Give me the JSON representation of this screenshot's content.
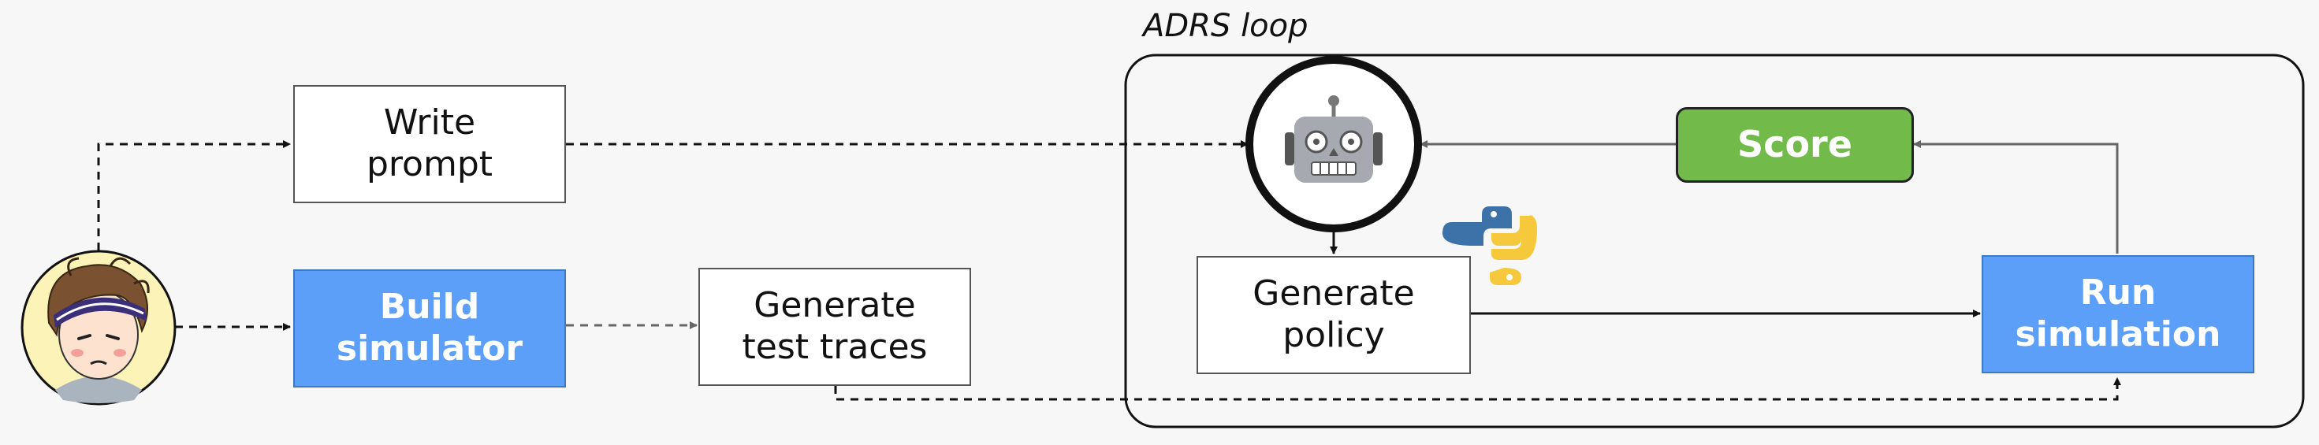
{
  "loop": {
    "title": "ADRS loop"
  },
  "nodes": {
    "write_prompt": "Write\nprompt",
    "build_simulator": "Build\nsimulator",
    "generate_test_traces": "Generate\ntest traces",
    "generate_policy": "Generate\npolicy",
    "score": "Score",
    "run_simulation": "Run\nsimulation"
  },
  "colors": {
    "blue_box": "#5b9ff8",
    "green_box": "#72bb4b",
    "background": "#f7f7f7"
  },
  "icons": [
    "person-avatar",
    "robot-icon",
    "python-logo-icon"
  ]
}
